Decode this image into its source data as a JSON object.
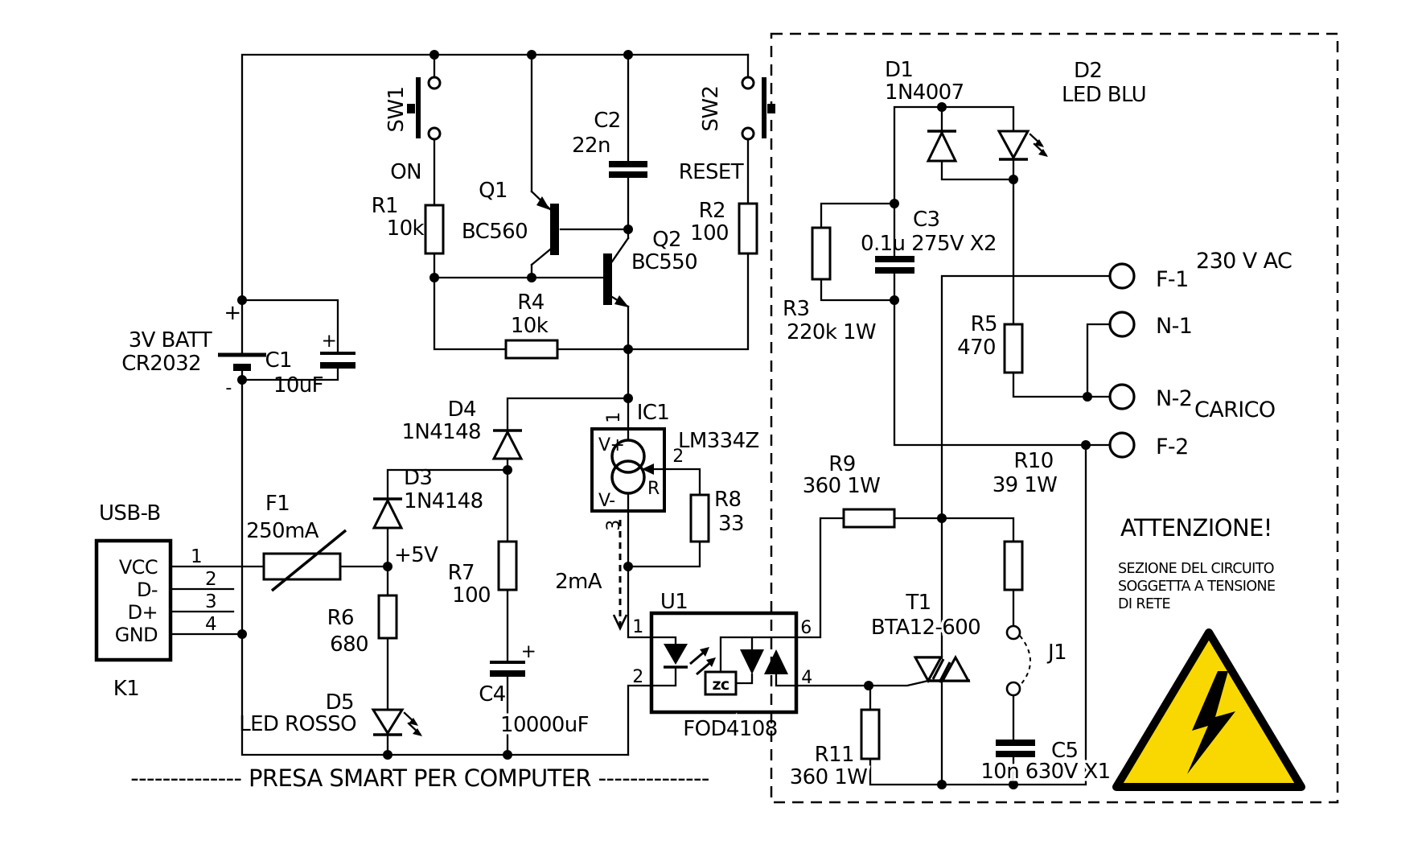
{
  "title": "-------------- PRESA SMART PER COMPUTER --------------",
  "colors": {
    "wire": "#000000",
    "background": "#ffffff",
    "warning_fill": "#f8d800"
  },
  "battery": {
    "name": "3V BATT",
    "model": "CR2032",
    "plus": "+",
    "minus": "-"
  },
  "usb": {
    "title": "USB-B",
    "ref": "K1",
    "pins": [
      {
        "num": "1",
        "name": "VCC"
      },
      {
        "num": "2",
        "name": "D-"
      },
      {
        "num": "3",
        "name": "D+"
      },
      {
        "num": "4",
        "name": "GND"
      }
    ]
  },
  "fuse": {
    "ref": "F1",
    "value": "250mA"
  },
  "rail5v": "+5V",
  "switches": {
    "sw1": {
      "ref": "SW1",
      "label": "ON"
    },
    "sw2": {
      "ref": "SW2",
      "label": "RESET"
    }
  },
  "resistors": {
    "r1": {
      "ref": "R1",
      "value": "10k"
    },
    "r2": {
      "ref": "R2",
      "value": "100"
    },
    "r3": {
      "ref": "R3",
      "value": "220k 1W"
    },
    "r4": {
      "ref": "R4",
      "value": "10k"
    },
    "r5": {
      "ref": "R5",
      "value": "470"
    },
    "r6": {
      "ref": "R6",
      "value": "680"
    },
    "r7": {
      "ref": "R7",
      "value": "100"
    },
    "r8": {
      "ref": "R8",
      "value": "33"
    },
    "r9": {
      "ref": "R9",
      "value": "360 1W"
    },
    "r10": {
      "ref": "R10",
      "value": "39 1W"
    },
    "r11": {
      "ref": "R11",
      "value": "360 1W"
    }
  },
  "capacitors": {
    "c1": {
      "ref": "C1",
      "value": "10uF",
      "plus": "+"
    },
    "c2": {
      "ref": "C2",
      "value": "22n"
    },
    "c3": {
      "ref": "C3",
      "value": "0.1u 275V X2"
    },
    "c4": {
      "ref": "C4",
      "value": "10000uF",
      "plus": "+"
    },
    "c5": {
      "ref": "C5",
      "value": "10n 630V X1"
    }
  },
  "diodes": {
    "d1": {
      "ref": "D1",
      "value": "1N4007"
    },
    "d2": {
      "ref": "D2",
      "value": "LED BLU"
    },
    "d3": {
      "ref": "D3",
      "value": "1N4148"
    },
    "d4": {
      "ref": "D4",
      "value": "1N4148"
    },
    "d5": {
      "ref": "D5",
      "value": "LED ROSSO"
    }
  },
  "transistors": {
    "q1": {
      "ref": "Q1",
      "value": "BC560"
    },
    "q2": {
      "ref": "Q2",
      "value": "BC550"
    }
  },
  "ic1": {
    "ref": "IC1",
    "value": "LM334Z",
    "vplus": "V+",
    "vminus": "V-",
    "r": "R",
    "pin1": "1",
    "pin2": "2",
    "pin3": "3",
    "current": "2mA"
  },
  "opto": {
    "ref": "U1",
    "value": "FOD4108",
    "pin1": "1",
    "pin2": "2",
    "pin4": "4",
    "pin6": "6",
    "zc": "zc"
  },
  "triac": {
    "ref": "T1",
    "value": "BTA12-600"
  },
  "jumper": {
    "ref": "J1"
  },
  "terminals": {
    "f1": "F-1",
    "n1": "N-1",
    "n2": "N-2",
    "f2": "F-2",
    "supply": "230 V AC",
    "load": "CARICO"
  },
  "warning": {
    "heading": "ATTENZIONE!",
    "lines": [
      "SEZIONE DEL CIRCUITO",
      "SOGGETTA A TENSIONE",
      "DI RETE"
    ]
  }
}
